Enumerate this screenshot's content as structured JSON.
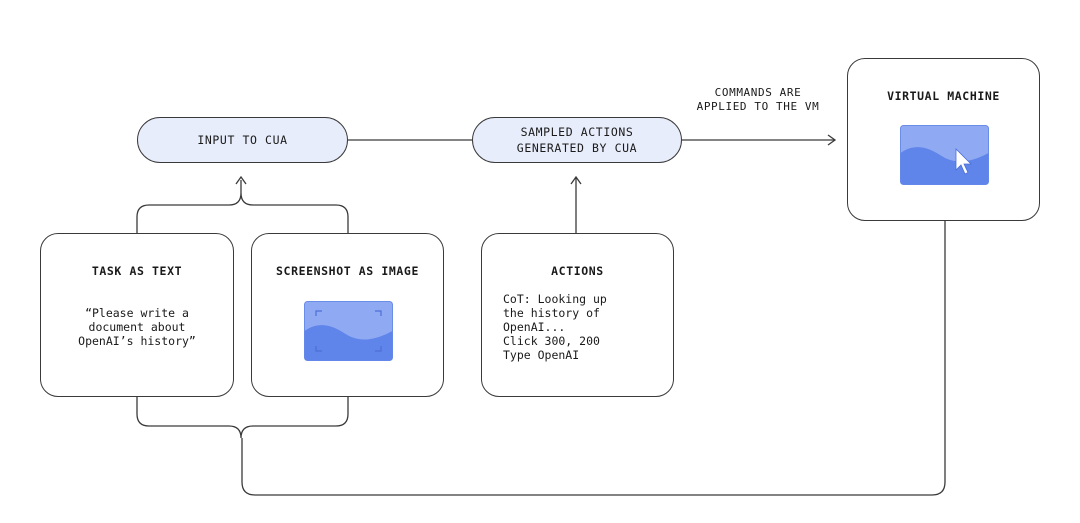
{
  "colors": {
    "stroke": "#3a3a3a",
    "pill_fill": "#e8edfb",
    "screen_fill": "#7c9cf0",
    "screen_wave": "#5f84ea"
  },
  "nodes": {
    "input_to_cua": "INPUT TO CUA",
    "sampled_actions": "SAMPLED ACTIONS\nGENERATED BY CUA",
    "virtual_machine": {
      "title": "VIRTUAL MACHINE",
      "icon": "screen-with-cursor-icon"
    },
    "task_as_text": {
      "title": "TASK AS TEXT",
      "body": "“Please write a\ndocument about\nOpenAI’s history”"
    },
    "screenshot_as_image": {
      "title": "SCREENSHOT AS IMAGE",
      "icon": "screenshot-image-icon"
    },
    "actions": {
      "title": "ACTIONS",
      "body": "CoT: Looking up\nthe history of\nOpenAI...\nClick 300, 200\nType OpenAI"
    }
  },
  "edge_label": "COMMANDS ARE\nAPPLIED TO THE VM"
}
